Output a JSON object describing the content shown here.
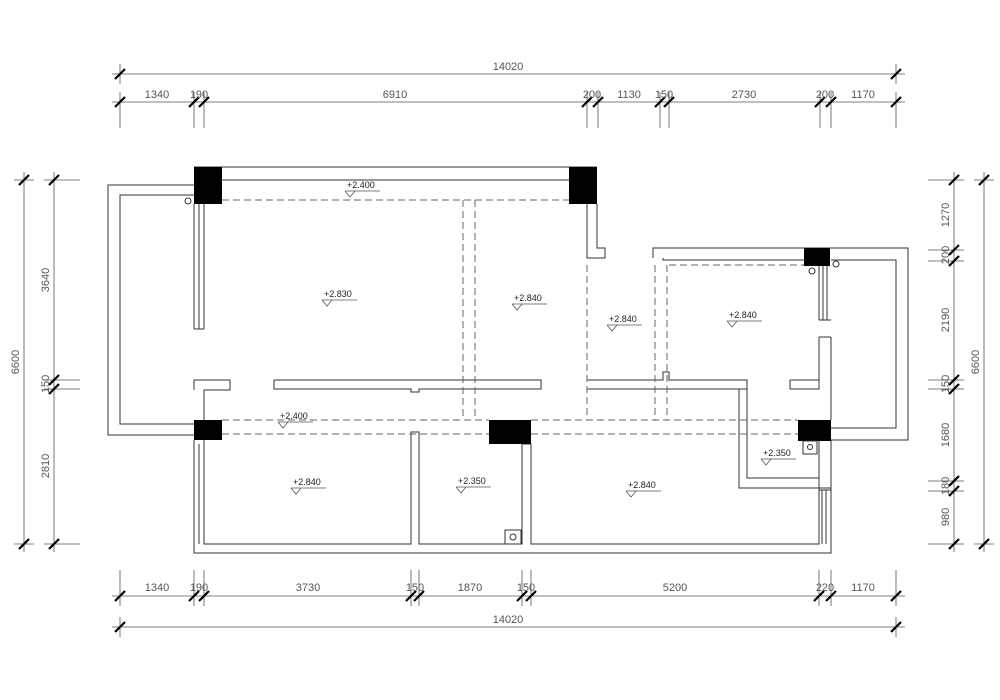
{
  "dims": {
    "top_total": "14020",
    "top": [
      "1340",
      "190",
      "6910",
      "200",
      "1130",
      "150",
      "2730",
      "200",
      "1170"
    ],
    "bottom_total": "14020",
    "bottom": [
      "1340",
      "190",
      "3730",
      "150",
      "1870",
      "150",
      "5200",
      "220",
      "1170"
    ],
    "left_total": "6600",
    "left": [
      "3640",
      "150",
      "2810"
    ],
    "right_total": "6600",
    "right": [
      "1270",
      "200",
      "2190",
      "150",
      "1680",
      "180",
      "980"
    ]
  },
  "elevations": {
    "beam_top": "+2.400",
    "living_room": "+2.830",
    "dining": "+2.840",
    "corridor": "+2.840",
    "bedroom_ne": "+2.840",
    "beam_mid": "+2.400",
    "bedroom_sw": "+2.840",
    "bathroom": "+2.350",
    "bedroom_se": "+2.840",
    "bathroom_ne": "+2.350"
  }
}
